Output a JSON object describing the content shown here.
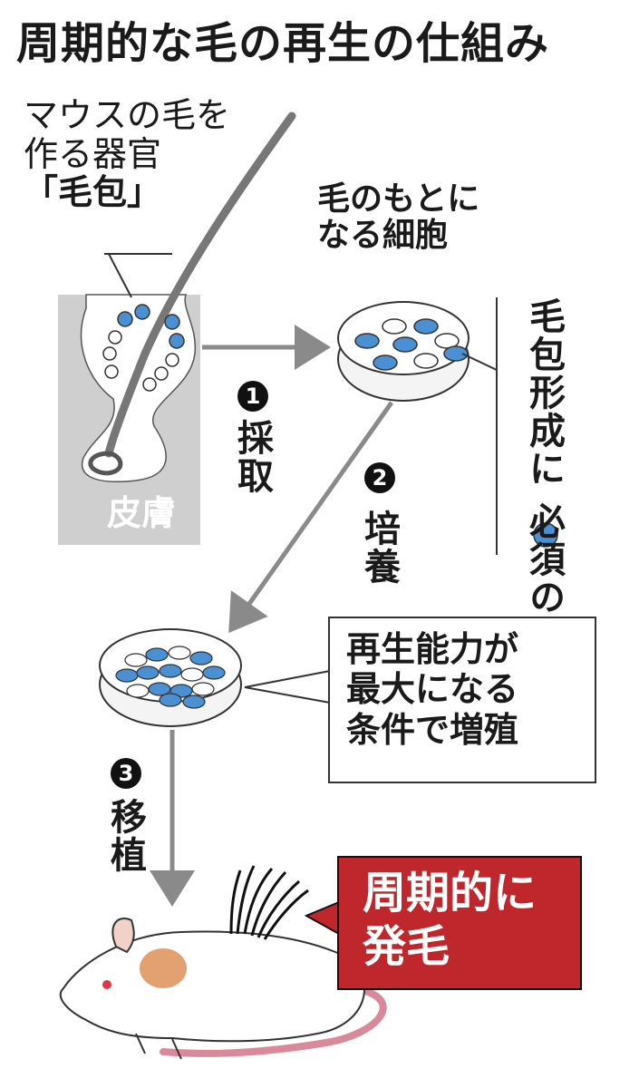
{
  "title": "周期的な毛の再生の仕組み",
  "follicle_label": {
    "line1": "マウスの毛を",
    "line2": "作る器官",
    "line3": "「毛包」"
  },
  "skin_label": "皮膚",
  "origin_cells_label": {
    "line1": "毛のもとに",
    "line2": "なる細胞"
  },
  "required_cells_label": {
    "line1": "毛包形成に",
    "line2": "必須の細胞"
  },
  "steps": [
    {
      "number": "1",
      "label": "採取"
    },
    {
      "number": "2",
      "label": "培養"
    },
    {
      "number": "3",
      "label": "移植"
    }
  ],
  "condition_label": {
    "line1": "再生能力が",
    "line2": "最大になる",
    "line3": "条件で増殖"
  },
  "result_label": {
    "line1": "周期的に",
    "line2": "発毛"
  },
  "colors": {
    "skin_gray": "#cfcfcf",
    "cell_blue": "#4a90d2",
    "arrow_gray": "#8a8a8a",
    "result_red": "#c0272d",
    "mouse_patch": "#e3a070",
    "mouse_tail": "#d9899a"
  }
}
